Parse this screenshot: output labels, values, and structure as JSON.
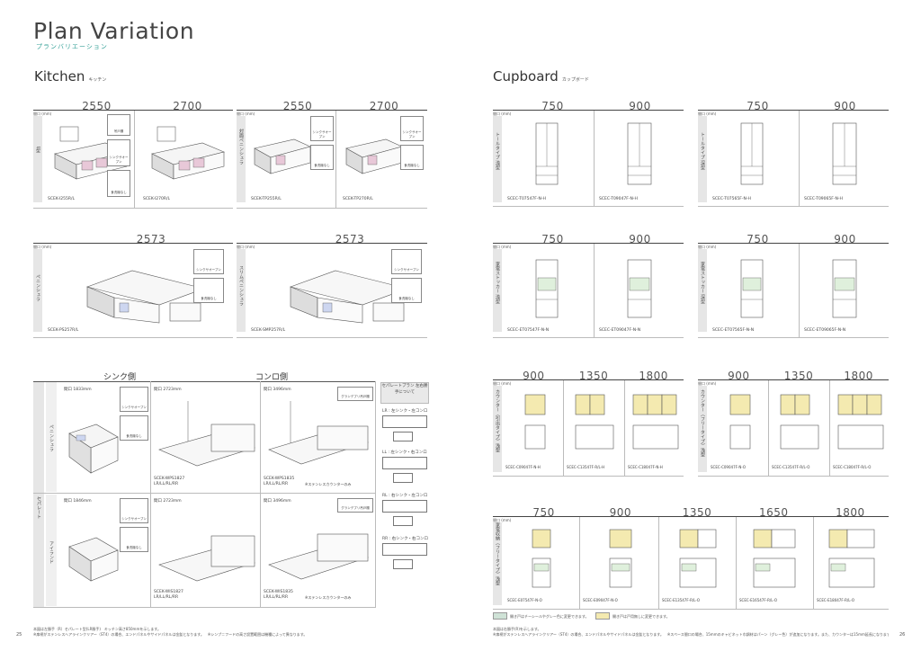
{
  "header": {
    "title": "Plan Variation",
    "subtitle": "プランバリエーション"
  },
  "kitchen": {
    "heading": "Kitchen",
    "heading_jp": "キッチン",
    "frontage_label": "間口 (mm)",
    "panels": [
      {
        "dims": [
          "2550",
          "2700"
        ],
        "side_label": "I型",
        "codes": [
          "SCEK-I255R/L",
          "SCEK-I270R/L"
        ],
        "options": [
          "吊戸棚",
          "シンクサオープン",
          "食洗機なし"
        ]
      },
      {
        "dims": [
          "2550",
          "2700"
        ],
        "side_label": "対面ペニンシュラ",
        "codes": [
          "SCEK-TP255R/L",
          "SCEK-TP270R/L"
        ],
        "options": [
          "シンクサオープン",
          "食洗機なし"
        ]
      },
      {
        "dims": [
          "2573"
        ],
        "side_label": "ペニンシュラ",
        "codes": [
          "SCEK-PS257R/L"
        ],
        "options": [
          "シンクサオープン",
          "食洗機なし"
        ]
      },
      {
        "dims": [
          "2573"
        ],
        "side_label": "スリムペニンシュラ",
        "codes": [
          "SCEK-SMP257R/L"
        ],
        "options": [
          "シンクサオープン",
          "食洗機なし"
        ]
      }
    ],
    "separate": {
      "sink_header": "シンク側",
      "stove_header": "コンロ側",
      "side_label": "セパレート",
      "rows": [
        {
          "label": "ペニンシュラ",
          "sink_frontage": "間口 1833mm",
          "stove_a": "間口 2723mm",
          "stove_b": "間口 3496mm",
          "code_a": "SCEK-WPS1827",
          "code_a2": "LR/LL/RL/RR",
          "code_b": "SCEK-WPS1835",
          "code_b2": "LR/LL/RL/RR",
          "note_b": "※ステンレスカウンターのみ",
          "option_a": "シンクサオープン",
          "option_b": "食洗機なし",
          "top_option": "グランデプリ吊戸棚"
        },
        {
          "label": "アイランド",
          "sink_frontage": "間口 1846mm",
          "stove_a": "間口 2723mm",
          "stove_b": "間口 3496mm",
          "code_a": "SCEK-WIS1827",
          "code_a2": "LR/LL/RL/RR",
          "code_b": "SCEK-WIS1835",
          "code_b2": "LR/LL/RL/RR",
          "note_b": "※ステンレスカウンターのみ",
          "option_a": "シンクサオープン",
          "option_b": "食洗機なし",
          "top_option": "グランデプリ吊戸棚"
        }
      ],
      "legend_title": "セパレートプラン 左右勝手について",
      "legend_items": [
        "LR : 左シンク・左コンロ",
        "LL : 左シンク・右コンロ",
        "RL : 右シンク・左コンロ",
        "RR : 右シンク・右コンロ"
      ]
    },
    "footnote_1": "本図は左勝手（R）セパレート型(LR勝手)　キッチン高さ850mmを示します。",
    "footnote_2": "※扉柄がステンレスヘアラインクリアー（ST4）の場合、エンドパネルやサイドパネルは金鉱となります。　※シンプ＝フードの高さ設置範囲は機種によって異なります。"
  },
  "cupboard": {
    "heading": "Cupboard",
    "heading_jp": "カップボード",
    "frontage_label": "間口 (mm)",
    "panels": [
      {
        "dims": [
          "750",
          "900"
        ],
        "side_label": "トールタイプ 浅型",
        "codes": [
          "SCEC-T07547F-N-H",
          "SCEC-T09047F-N-H"
        ]
      },
      {
        "dims": [
          "750",
          "900"
        ],
        "side_label": "トールタイプ 深型",
        "codes": [
          "SCEC-T07565F-N-H",
          "SCEC-T09065F-N-H"
        ]
      },
      {
        "dims": [
          "750",
          "900"
        ],
        "side_label": "家電ストッカー 浅型",
        "codes": [
          "SCEC-ET07547F-N-N",
          "SCEC-ET09047F-N-N"
        ]
      },
      {
        "dims": [
          "750",
          "900"
        ],
        "side_label": "家電ストッカー 深型",
        "codes": [
          "SCEC-ET07565F-N-N",
          "SCEC-ET09065F-N-N"
        ]
      },
      {
        "dims": [
          "900",
          "1350",
          "1800"
        ],
        "side_label": "カウンター（引出タイプ）浅型",
        "codes": [
          "SCEC-C09047F-N-H",
          "SCEC-C13547F-R/L-H",
          "SCEC-C18047F-N-H"
        ]
      },
      {
        "dims": [
          "900",
          "1350",
          "1800"
        ],
        "side_label": "カウンター（フリータイプ）浅型",
        "codes": [
          "SCEC-C09047F-N-O",
          "SCEC-C13547F-R/L-O",
          "SCEC-C18047F-R/L-O"
        ]
      },
      {
        "dims": [
          "750",
          "900",
          "1350",
          "1650",
          "1800"
        ],
        "side_label": "家電収納（フリータイプ）浅型",
        "codes": [
          "SCEC-E07547F-N-O",
          "SCEC-E09047F-N-O",
          "SCEC-E13547F-R/L-O",
          "SCEC-E16547F-R/L-O",
          "SCEC-E18047F-R/L-O"
        ]
      }
    ],
    "legend_1": "開き戸はチーシールやグレー色に変更できます。",
    "legend_2": "開き戸は戸用無しに変更できます。",
    "footnote_1": "本図は右勝手(R)を示します。",
    "footnote_2": "※扉柄がステンレスヘアラインクリアー（ST4）の場合、エンドパネルやサイドパネルは金鉱となります。　※スペース間口の場合、15mmのキャビネット巾調材はパーン（グレー色）が追加になります。また、カウンターは15mm延長になります。",
    "colors": {
      "legend_green": "#cfe2d6",
      "legend_yellow": "#f4eab0"
    }
  },
  "pages": {
    "left": "25",
    "right": "26"
  }
}
